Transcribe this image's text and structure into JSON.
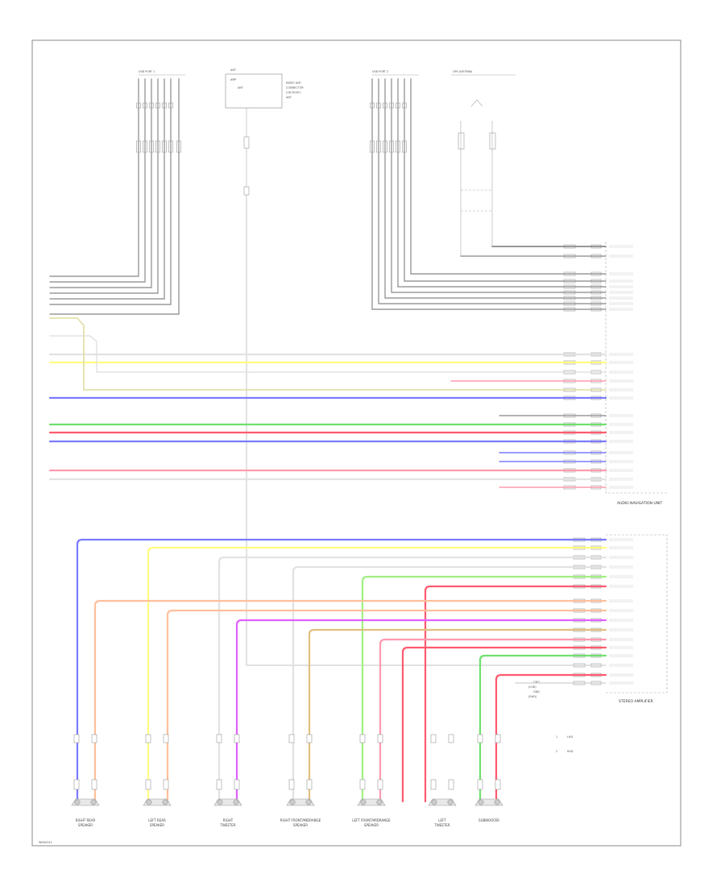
{
  "diagram": {
    "colors": {
      "gray": "#9a9a9a",
      "white": "#e2e2e2",
      "yellow": "#ffff80",
      "blue": "#7a7aff",
      "green": "#6ee06e",
      "red": "#ff5a6e",
      "pink": "#ff9aae",
      "orange": "#ffc09a",
      "purple": "#e060ff",
      "lime": "#a0f080",
      "tan": "#e0c080"
    },
    "speakers": [
      {
        "label1": "RIGHT REAR",
        "label2": "SPEAKER"
      },
      {
        "label1": "LEFT REAR",
        "label2": "SPEAKER"
      },
      {
        "label1": "RIGHT",
        "label2": "TWEETER"
      },
      {
        "label1": "RIGHT FRONT/MIDRANGE",
        "label2": "SPEAKER"
      },
      {
        "label1": "LEFT FRONT/MIDRANGE",
        "label2": "SPEAKER"
      },
      {
        "label1": "LEFT",
        "label2": "TWEETER"
      },
      {
        "label1": "SUBWOOFER",
        "label2": ""
      }
    ],
    "head_unit_label": "AUDIO NAVIGATION UNIT",
    "amp_label": "STEREO AMPLIFIER",
    "legend": [
      {
        "label": "LHD"
      },
      {
        "label": "RHD"
      }
    ],
    "footer_code": "WD00241"
  }
}
